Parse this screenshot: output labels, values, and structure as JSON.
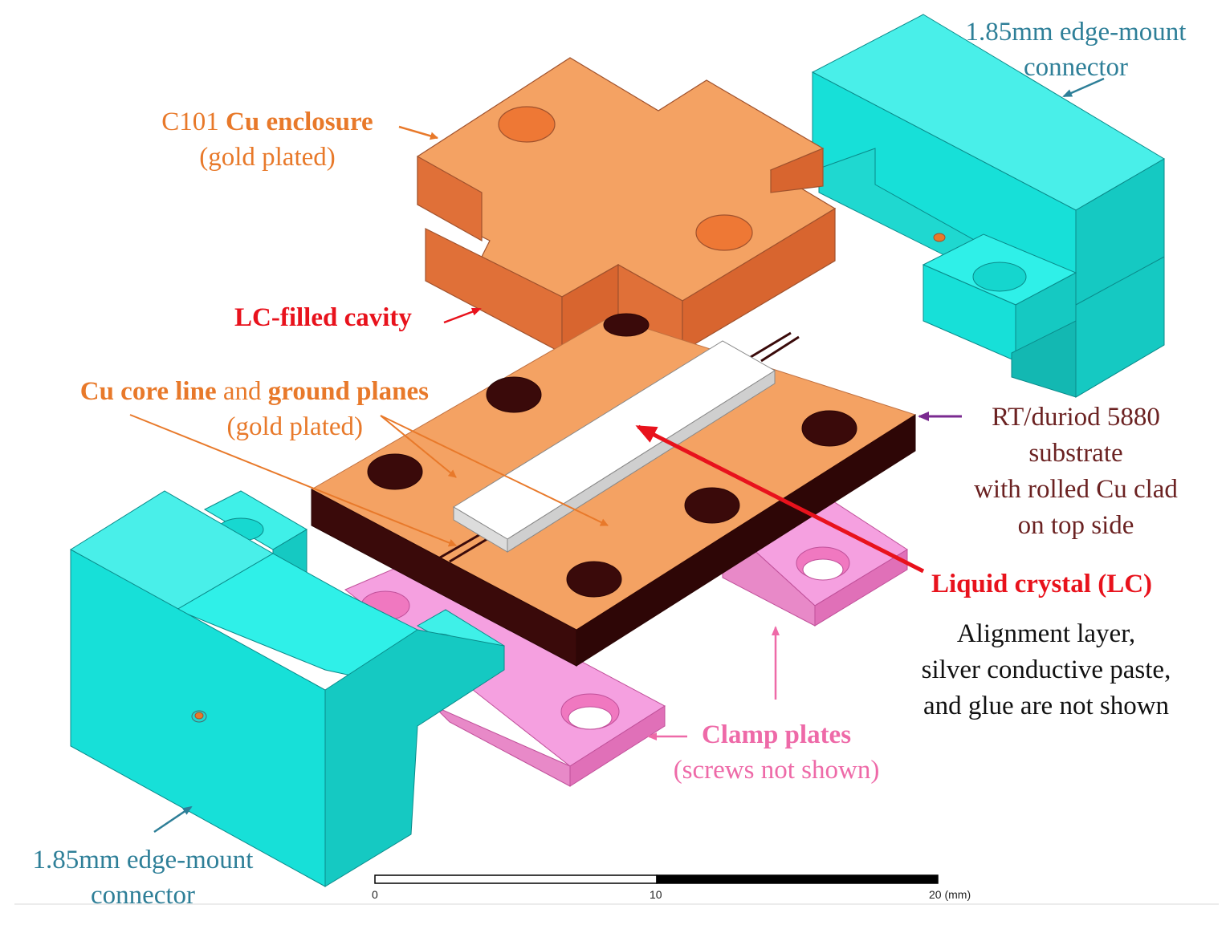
{
  "labels": {
    "connector_top": {
      "line1": "1.85mm edge-mount",
      "line2": "connector"
    },
    "enclosure": {
      "prefix": "C101 ",
      "bold": "Cu enclosure",
      "line2": "(gold plated)"
    },
    "cavity": "LC-filled cavity",
    "core_line": {
      "bold1": "Cu core line",
      "mid": " and ",
      "bold2": "ground planes",
      "line2": "(gold plated)"
    },
    "substrate": {
      "line1": "RT/duriod 5880",
      "line2": "substrate",
      "line3": "with rolled Cu clad",
      "line4": "on top side"
    },
    "lc": "Liquid crystal (LC)",
    "note": {
      "line1": "Alignment layer,",
      "line2": "silver conductive paste,",
      "line3": "and glue are not shown"
    },
    "clamp": {
      "line1": "Clamp plates",
      "line2": "(screws not shown)"
    },
    "connector_bottom": {
      "line1": "1.85mm edge-mount",
      "line2": "connector"
    }
  },
  "scale_bar": {
    "ticks": [
      "0",
      "10",
      "20 (mm)"
    ]
  },
  "colors": {
    "connector": "#17e8e0",
    "enclosure": "#f4a263",
    "substrate": "#3a0a0a",
    "lc": "#ffffff",
    "clamp": "#f5a0e0",
    "label_teal": "#2e7f98",
    "label_orange": "#e8792a",
    "label_red": "#e8121c",
    "label_maroon": "#6b2222",
    "label_pink": "#ee6aa8",
    "arrow_purple": "#7a2a90"
  }
}
